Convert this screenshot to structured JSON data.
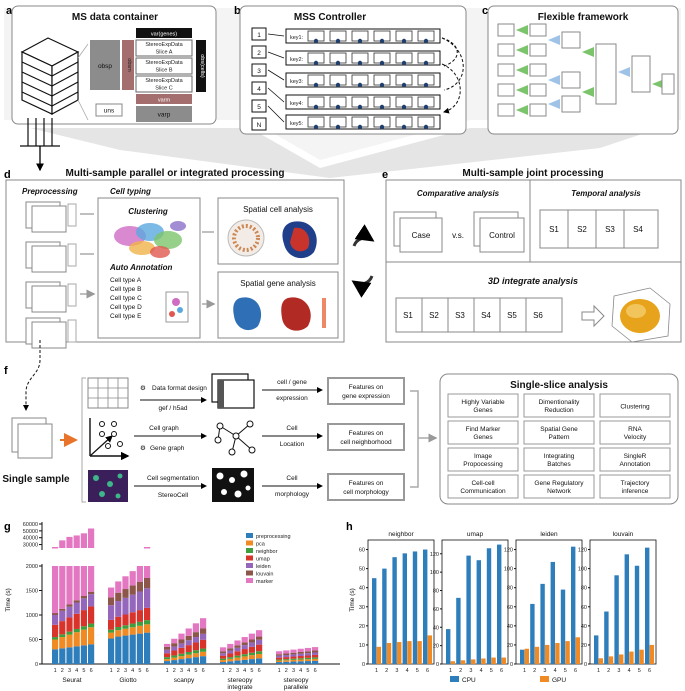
{
  "colors": {
    "cpu": "#2f7ebc",
    "gpu": "#f08a24",
    "arrow_green": "#7cc46b",
    "arrow_blue": "#9ec3e6",
    "pipeline_orange": "#e8742c"
  },
  "panel_a": {
    "letter": "a",
    "title": "MS data container",
    "var_label": "var(genes)",
    "slices": [
      "StereoExpData Slice A",
      "StereoExpData Slice B",
      "StereoExpData Slice C"
    ],
    "obsp": "obsp",
    "obsm": "obsm",
    "obs": "obs(cells)",
    "uns": "uns",
    "varm": "varm",
    "varp": "varp"
  },
  "panel_b": {
    "letter": "b",
    "title": "MSS Controller",
    "indices": [
      "1",
      "2",
      "3",
      "4",
      "5",
      "N"
    ],
    "keys": [
      "key1:",
      "key2:",
      "key3:",
      "key4:",
      "key5:"
    ]
  },
  "panel_c": {
    "letter": "c",
    "title": "Flexible framework"
  },
  "panel_d": {
    "letter": "d",
    "title": "Multi-sample parallel or integrated processing",
    "preprocessing": "Preprocessing",
    "cell_typing": "Cell typing",
    "clustering": "Clustering",
    "auto_annotation": "Auto Annotation",
    "cell_types": [
      "Cell type A",
      "Cell type B",
      "Cell type C",
      "Cell type D",
      "Cell type E"
    ],
    "spatial_cell": "Spatial cell analysis",
    "spatial_gene": "Spatial gene analysis"
  },
  "panel_e": {
    "letter": "e",
    "title": "Multi-sample joint processing",
    "comparative": "Comparative analysis",
    "case": "Case",
    "vs": "v.s.",
    "control": "Control",
    "temporal": "Temporal analysis",
    "temporal_slices": [
      "S1",
      "S2",
      "S3",
      "S4"
    ],
    "integrate3d": "3D integrate analysis",
    "slices3d": [
      "S1",
      "S2",
      "S3",
      "S4",
      "S5",
      "S6"
    ]
  },
  "panel_f": {
    "letter": "f",
    "single_sample": "Single sample",
    "format_design": "Data format design",
    "gef_h5ad": "gef / h5ad",
    "cell_gene": "cell / gene",
    "expression": "expression",
    "feat_expr_1": "Features on",
    "feat_expr_2": "gene expression",
    "cell_graph": "Cell graph",
    "gene_graph": "Gene graph",
    "cell_word": "Cell",
    "location": "Location",
    "feat_nb_1": "Features on",
    "feat_nb_2": "cell neighborhood",
    "cell_seg": "Cell segmentation",
    "stereocell": "StereoCell",
    "cell_word2": "Cell",
    "morphology": "morphology",
    "feat_morph_1": "Features on",
    "feat_morph_2": "cell morphology",
    "ssa_title": "Single-slice analysis",
    "ssa_items": [
      [
        "Highly Variable",
        "Genes"
      ],
      [
        "Dimentionality",
        "Reduction"
      ],
      [
        "Clustering"
      ],
      [
        "Find Marker",
        "Genes"
      ],
      [
        "Spatial Gene",
        "Pattern"
      ],
      [
        "RNA",
        "Velocity"
      ],
      [
        "Image",
        "Propocessing"
      ],
      [
        "Integrating",
        "Batches"
      ],
      [
        "SingleR",
        "Annotation"
      ],
      [
        "Cell-cell",
        "Communication"
      ],
      [
        "Gene Regulatory",
        "Network"
      ],
      [
        "Trajectory",
        "inference"
      ]
    ]
  },
  "panel_g": {
    "letter": "g",
    "ylabel": "Time (s)",
    "yticks": [
      "60000",
      "50000",
      "40000",
      "30000",
      "2000",
      "1500",
      "1000",
      "500",
      "0"
    ],
    "legend": [
      "preprocessing",
      "pca",
      "neighbor",
      "umap",
      "leiden",
      "louvain",
      "marker"
    ],
    "xticks": [
      "1",
      "2",
      "3",
      "4",
      "5",
      "6"
    ],
    "groups": [
      "Seurat",
      "Giotto",
      "scanpy",
      "stereopy integrate",
      "stereopy parallele"
    ]
  },
  "panel_h": {
    "letter": "h",
    "ylabel": "Time (s)",
    "yticks": [
      "0",
      "10",
      "20",
      "30",
      "40",
      "50",
      "60"
    ],
    "legend_cpu": "CPU",
    "legend_gpu": "GPU"
  },
  "chart_data": [
    {
      "type": "bar",
      "stacked": true,
      "ylabel": "Time (s)",
      "categories": [
        "1",
        "2",
        "3",
        "4",
        "5",
        "6"
      ],
      "groups": [
        "Seurat",
        "Giotto",
        "scanpy",
        "stereopy integrate",
        "stereopy parallele"
      ],
      "series": [
        {
          "name": "preprocessing",
          "values": [
            [
              300,
              320,
              340,
              360,
              380,
              400
            ],
            [
              520,
              560,
              580,
              600,
              620,
              640
            ],
            [
              60,
              80,
              100,
              120,
              140,
              160
            ],
            [
              40,
              55,
              70,
              85,
              100,
              115
            ],
            [
              40,
              45,
              50,
              55,
              60,
              65
            ]
          ]
        },
        {
          "name": "pca",
          "values": [
            [
              200,
              230,
              260,
              290,
              320,
              350
            ],
            [
              120,
              130,
              140,
              150,
              160,
              170
            ],
            [
              40,
              50,
              60,
              70,
              80,
              90
            ],
            [
              40,
              50,
              60,
              70,
              80,
              90
            ],
            [
              30,
              32,
              34,
              36,
              38,
              40
            ]
          ]
        },
        {
          "name": "neighbor",
          "values": [
            [
              50,
              55,
              60,
              65,
              70,
              75
            ],
            [
              60,
              65,
              70,
              75,
              80,
              85
            ],
            [
              40,
              45,
              50,
              55,
              60,
              65
            ],
            [
              30,
              35,
              40,
              45,
              50,
              55
            ],
            [
              20,
              22,
              24,
              26,
              28,
              30
            ]
          ]
        },
        {
          "name": "umap",
          "values": [
            [
              250,
              270,
              290,
              310,
              330,
              350
            ],
            [
              200,
              210,
              220,
              230,
              240,
              250
            ],
            [
              80,
              100,
              120,
              140,
              160,
              180
            ],
            [
              60,
              75,
              90,
              105,
              120,
              135
            ],
            [
              40,
              42,
              44,
              46,
              48,
              50
            ]
          ]
        },
        {
          "name": "leiden",
          "values": [
            [
              200,
              210,
              220,
              230,
              240,
              250
            ],
            [
              300,
              320,
              340,
              360,
              380,
              400
            ],
            [
              70,
              80,
              90,
              100,
              110,
              120
            ],
            [
              50,
              60,
              70,
              80,
              90,
              100
            ],
            [
              40,
              42,
              44,
              46,
              48,
              50
            ]
          ]
        },
        {
          "name": "louvain",
          "values": [
            [
              40,
              42,
              44,
              46,
              48,
              50
            ],
            [
              160,
              170,
              180,
              190,
              200,
              210
            ],
            [
              60,
              70,
              80,
              90,
              100,
              110
            ],
            [
              40,
              45,
              50,
              55,
              60,
              65
            ],
            [
              30,
              32,
              34,
              36,
              38,
              40
            ]
          ]
        },
        {
          "name": "marker",
          "values": [
            [
              1500,
              35000,
              40000,
              42000,
              45000,
              52000
            ],
            [
              200,
              230,
              260,
              290,
              320,
              350
            ],
            [
              60,
              90,
              120,
              150,
              180,
              210
            ],
            [
              80,
              90,
              100,
              110,
              120,
              130
            ],
            [
              60,
              62,
              64,
              66,
              68,
              70
            ]
          ]
        }
      ]
    },
    {
      "type": "bar",
      "title": "neighbor",
      "ylabel": "Time (s)",
      "categories": [
        "1",
        "2",
        "3",
        "4",
        "5",
        "6"
      ],
      "ylim": [
        0,
        65
      ],
      "series": [
        {
          "name": "CPU",
          "values": [
            45,
            50,
            56,
            58,
            59,
            60
          ]
        },
        {
          "name": "GPU",
          "values": [
            9,
            11,
            11.5,
            12,
            12,
            15
          ]
        }
      ]
    },
    {
      "type": "bar",
      "title": "umap",
      "categories": [
        "1",
        "2",
        "3",
        "4",
        "5",
        "6"
      ],
      "ylim": [
        0,
        135
      ],
      "series": [
        {
          "name": "CPU",
          "values": [
            38,
            72,
            118,
            113,
            126,
            130
          ]
        },
        {
          "name": "GPU",
          "values": [
            3,
            4,
            5,
            6,
            7,
            7
          ]
        }
      ]
    },
    {
      "type": "bar",
      "title": "leiden",
      "categories": [
        "1",
        "2",
        "3",
        "4",
        "5",
        "6"
      ],
      "ylim": [
        0,
        130
      ],
      "series": [
        {
          "name": "CPU",
          "values": [
            15,
            63,
            84,
            107,
            78,
            123
          ]
        },
        {
          "name": "GPU",
          "values": [
            16,
            18,
            20,
            22,
            24,
            28
          ]
        }
      ]
    },
    {
      "type": "bar",
      "title": "louvain",
      "categories": [
        "1",
        "2",
        "3",
        "4",
        "5",
        "6"
      ],
      "ylim": [
        0,
        130
      ],
      "series": [
        {
          "name": "CPU",
          "values": [
            30,
            55,
            93,
            115,
            103,
            122
          ]
        },
        {
          "name": "GPU",
          "values": [
            6,
            8,
            10,
            13,
            15,
            20
          ]
        }
      ]
    }
  ]
}
